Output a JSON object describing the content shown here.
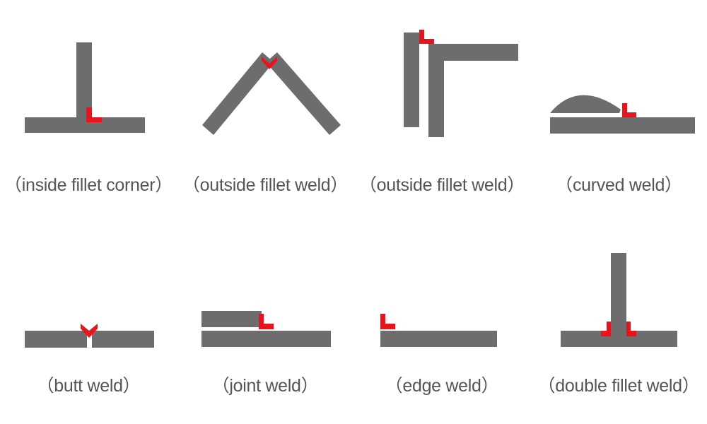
{
  "colors": {
    "plate": "#6d6d6d",
    "weld": "#e8141c",
    "background": "#ffffff",
    "text": "#555555"
  },
  "joints": [
    {
      "id": "inside-fillet-corner",
      "caption": "（inside fillet corner）"
    },
    {
      "id": "outside-fillet-weld-v",
      "caption": "（outside fillet weld）"
    },
    {
      "id": "outside-fillet-weld-corner",
      "caption": "（outside fillet weld）"
    },
    {
      "id": "curved-weld",
      "caption": "（curved weld）"
    },
    {
      "id": "butt-weld",
      "caption": "（butt weld）"
    },
    {
      "id": "joint-weld",
      "caption": "（joint weld）"
    },
    {
      "id": "edge-weld",
      "caption": "（edge weld）"
    },
    {
      "id": "double-fillet-weld",
      "caption": "（double fillet weld）"
    }
  ]
}
